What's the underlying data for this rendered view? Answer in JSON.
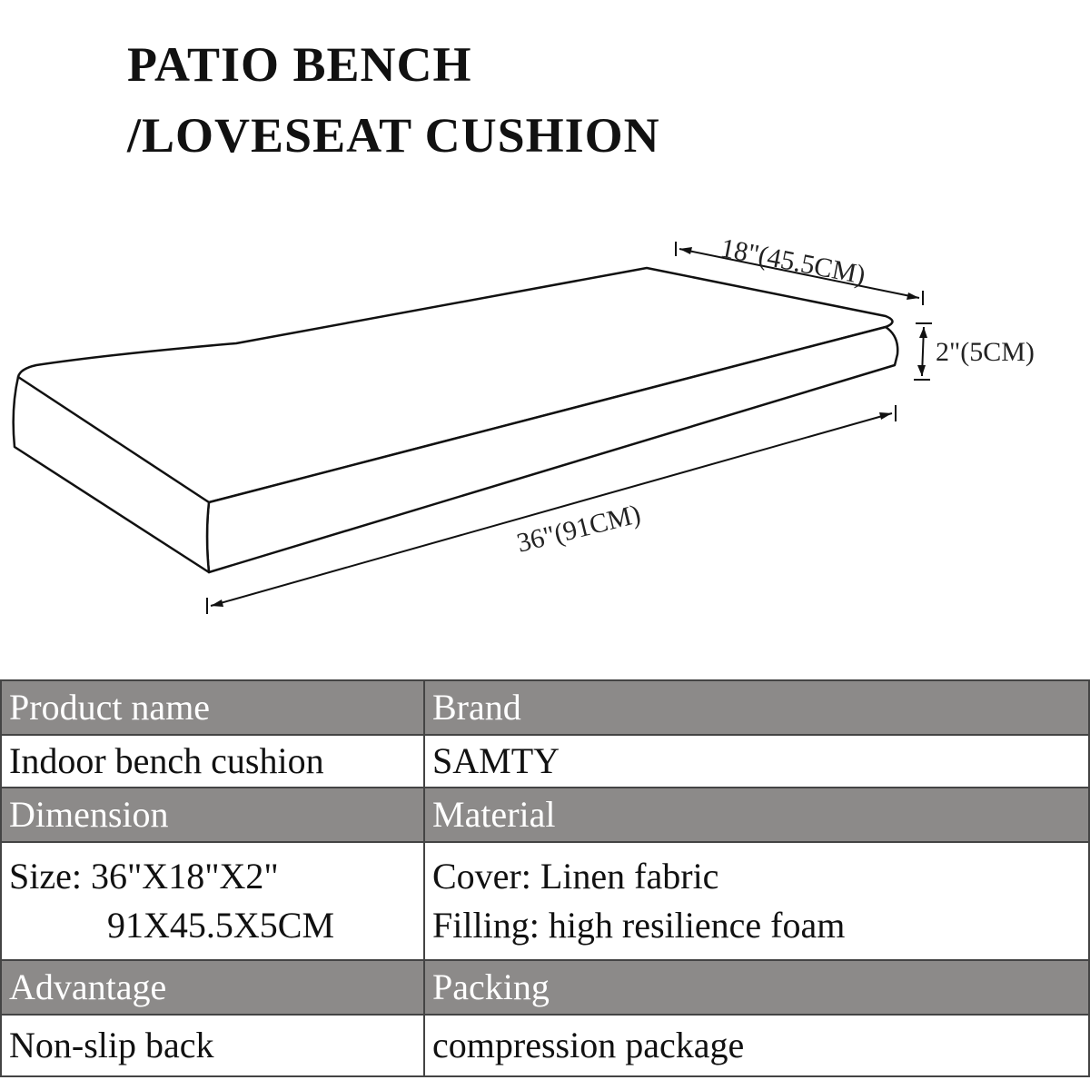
{
  "title": {
    "line1": "PATIO BENCH",
    "line2": "/LOVESEAT CUSHION"
  },
  "diagram": {
    "depth_label": "18\"(45.5CM)",
    "height_label": "2\"(5CM)",
    "length_label": "36\"(91CM)"
  },
  "table": {
    "row1": {
      "left": "Product name",
      "right": "Brand"
    },
    "row2": {
      "left": "Indoor bench cushion",
      "right": "SAMTY"
    },
    "row3": {
      "left": "Dimension",
      "right": "Material"
    },
    "row4": {
      "left_line1": "Size: 36\"X18\"X2\"",
      "left_line2": "91X45.5X5CM",
      "right_line1": "Cover: Linen fabric",
      "right_line2": "Filling: high resilience foam"
    },
    "row5": {
      "left": "Advantage",
      "right": "Packing"
    },
    "row6": {
      "left": "Non-slip back",
      "right": "compression package"
    }
  }
}
